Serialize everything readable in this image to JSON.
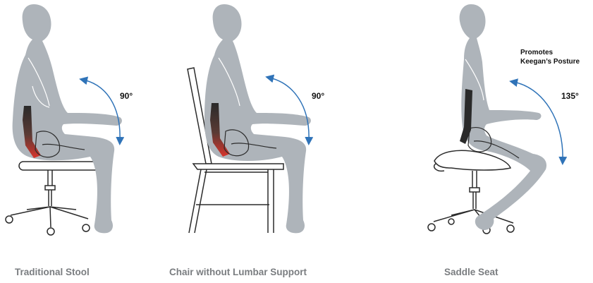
{
  "panels": [
    {
      "caption": "Traditional Stool",
      "angle": "90°"
    },
    {
      "caption": "Chair without Lumbar Support",
      "angle": "90°"
    },
    {
      "caption": "Saddle Seat",
      "angle": "135°",
      "note_line1": "Promotes",
      "note_line2": "Keegan’s Posture"
    }
  ],
  "colors": {
    "body": "#aeb4ba",
    "body_outline": "#ffffff",
    "spine": "#2a2a2a",
    "spine_stress": "#d8342c",
    "arrow": "#2f73b8",
    "furniture": "#2b2b2b",
    "caption": "#7a7d80"
  },
  "icons": [
    "seated-figure-icon",
    "curved-arrow-icon",
    "spine-icon",
    "stool-icon",
    "chair-icon",
    "saddle-seat-icon"
  ]
}
